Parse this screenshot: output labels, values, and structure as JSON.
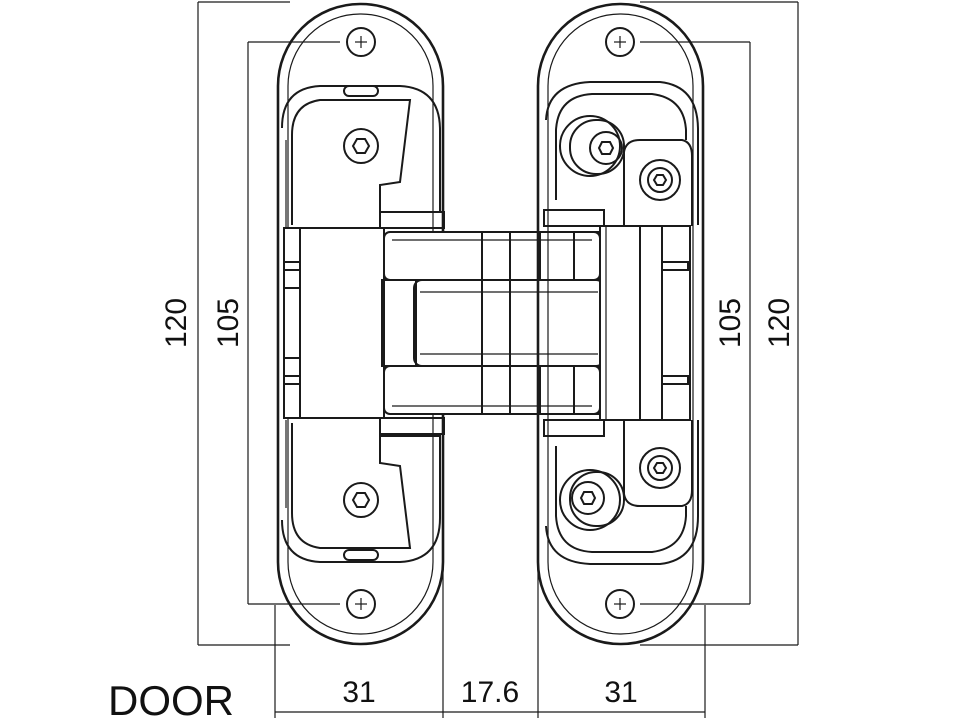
{
  "drawing": {
    "label": "DOOR",
    "dimensions": {
      "overall_height_left": "120",
      "hole_spacing_left": "105",
      "hole_spacing_right": "105",
      "overall_height_right": "120",
      "left_width": "31",
      "gap_width": "17.6",
      "right_width": "31"
    },
    "colors": {
      "line": "#1a1a1a",
      "background": "#ffffff"
    },
    "icons": [
      "hex-socket-screw-icon",
      "mounting-hole-icon"
    ]
  }
}
